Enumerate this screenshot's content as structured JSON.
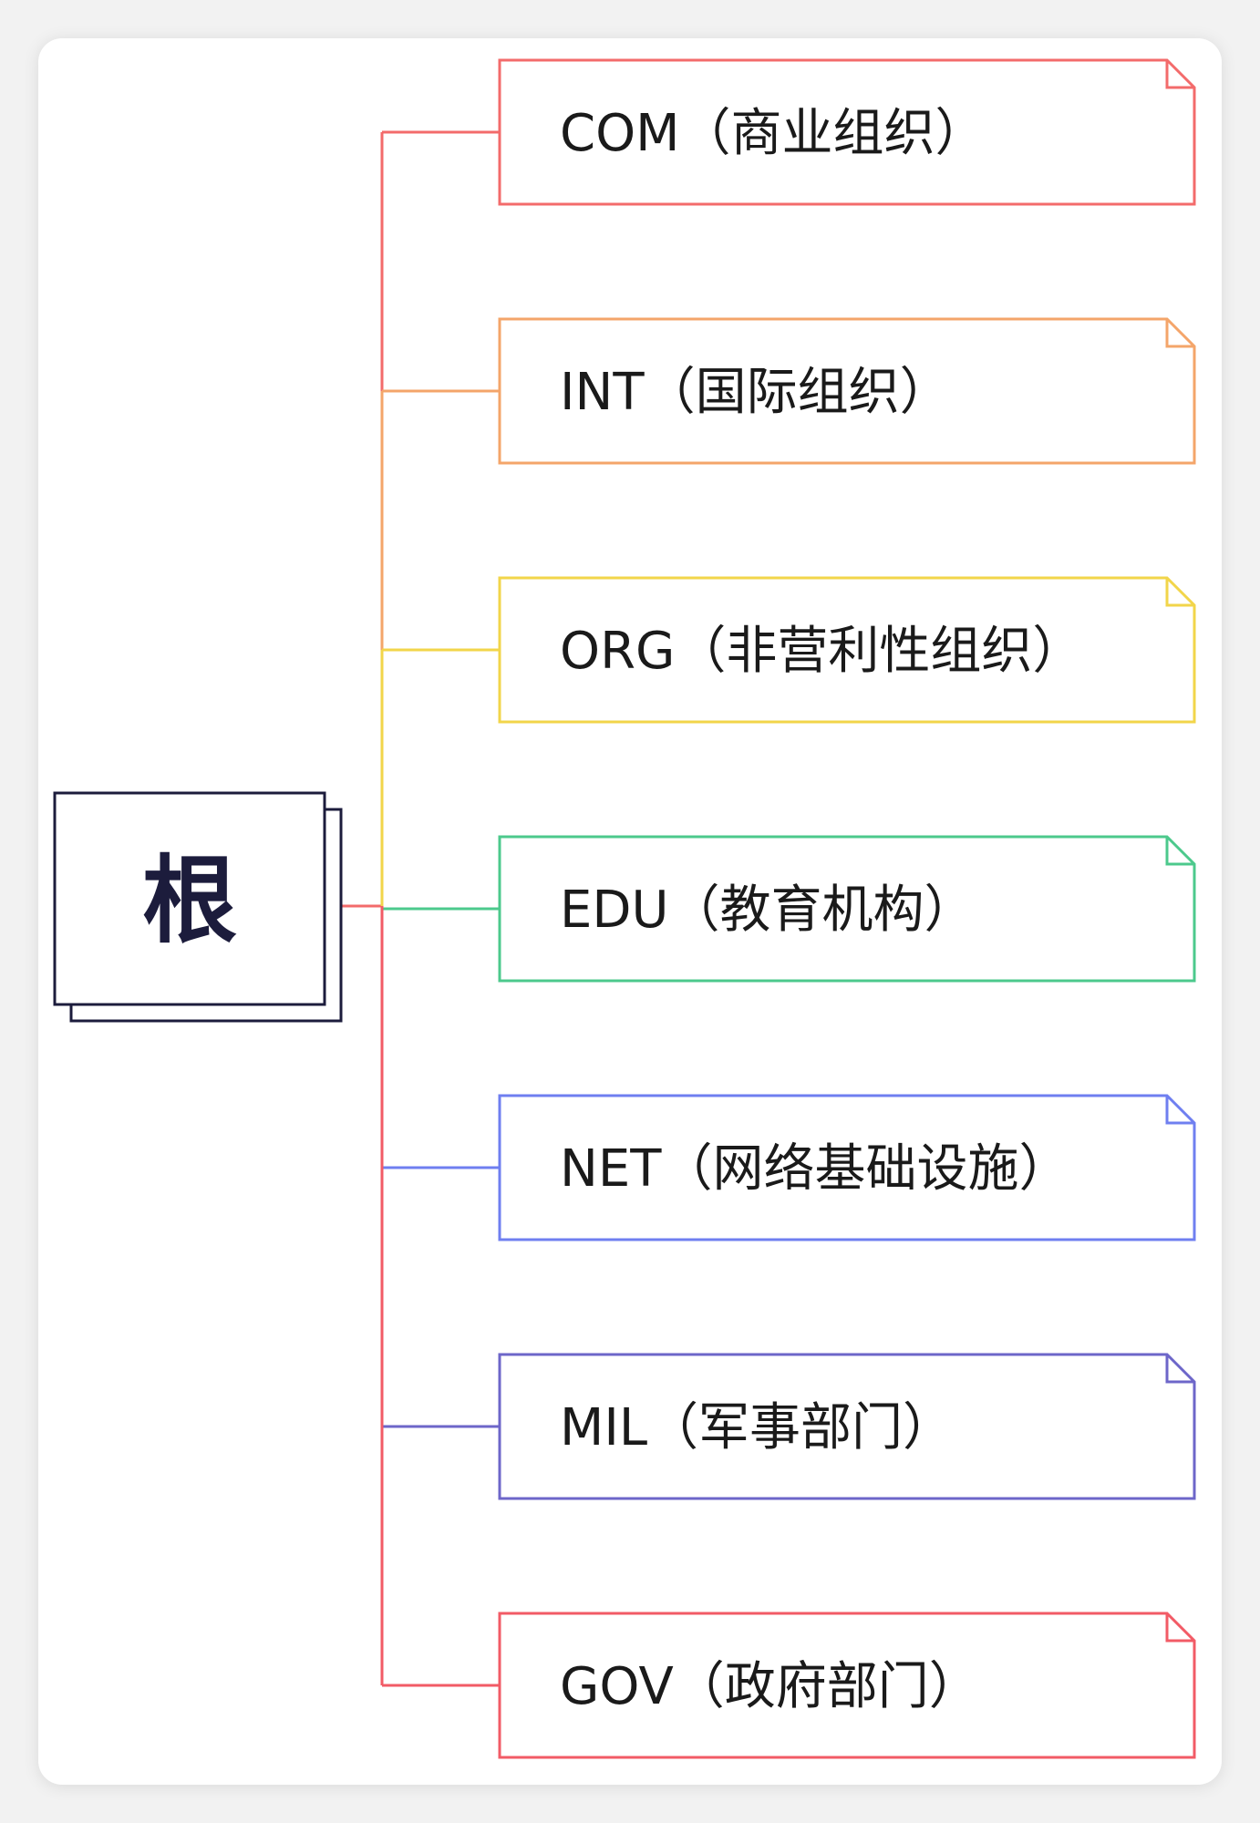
{
  "root": {
    "label": "根",
    "color": "#1c1c3c"
  },
  "nodes": [
    {
      "label": "COM（商业组织）",
      "color": "#f36b6b"
    },
    {
      "label": "INT（国际组织）",
      "color": "#f4a56a"
    },
    {
      "label": "ORG（非营利性组织）",
      "color": "#f2d54a"
    },
    {
      "label": "EDU（教育机构）",
      "color": "#4cc98c"
    },
    {
      "label": "NET（网络基础设施）",
      "color": "#6f7ff0"
    },
    {
      "label": "MIL（军事部门）",
      "color": "#6d66c9"
    },
    {
      "label": "GOV（政府部门）",
      "color": "#f25b66"
    }
  ]
}
